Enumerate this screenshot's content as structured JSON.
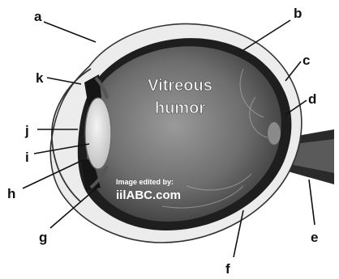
{
  "diagram": {
    "region_text": [
      "Vitreous",
      "humor"
    ],
    "watermark": {
      "line1": "Image edited by:",
      "line2": "iilABC.com"
    },
    "labels": {
      "a": "a",
      "b": "b",
      "c": "c",
      "d": "d",
      "e": "e",
      "f": "f",
      "g": "g",
      "h": "h",
      "i": "i",
      "j": "j",
      "k": "k"
    }
  }
}
